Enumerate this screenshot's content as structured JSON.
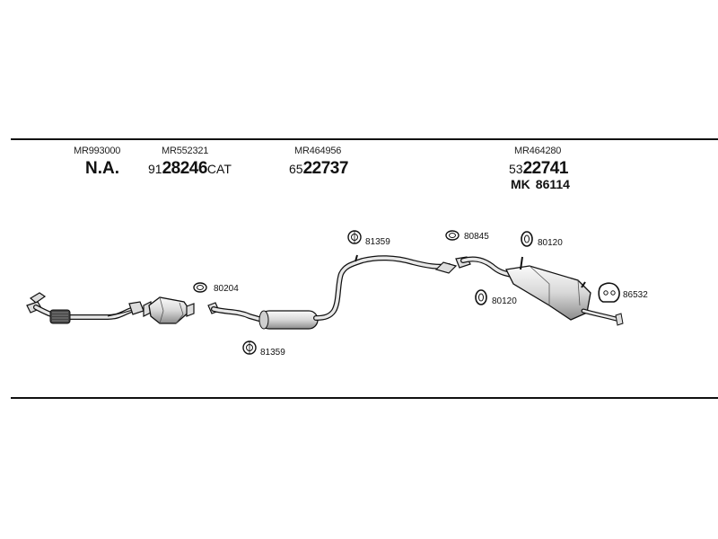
{
  "top_labels": [
    {
      "oe_number": "MR993000",
      "na_text": "N.A."
    },
    {
      "oe_number": "MR552321",
      "prefix": "91",
      "main": "28246",
      "suffix": "CAT"
    },
    {
      "oe_number": "MR464956",
      "prefix": "65",
      "main": "22737"
    },
    {
      "oe_number": "MR464280",
      "prefix": "53",
      "main": "22741",
      "mk_prefix": "MK",
      "mk_number": "86114"
    }
  ],
  "callouts": [
    {
      "text": "80204",
      "icon": "ring-clamp-icon"
    },
    {
      "text": "81359",
      "icon": "bolt-nut-icon"
    },
    {
      "text": "81359",
      "icon": "bolt-nut-icon"
    },
    {
      "text": "80845",
      "icon": "ring-clamp-icon"
    },
    {
      "text": "80120",
      "icon": "rubber-ring-icon"
    },
    {
      "text": "80120",
      "icon": "rubber-ring-icon"
    },
    {
      "text": "86532",
      "icon": "rubber-hanger-icon"
    }
  ],
  "colors": {
    "line": "#111111",
    "part_fill": "#e6e6e6",
    "part_shade": "#9a9a9a"
  }
}
